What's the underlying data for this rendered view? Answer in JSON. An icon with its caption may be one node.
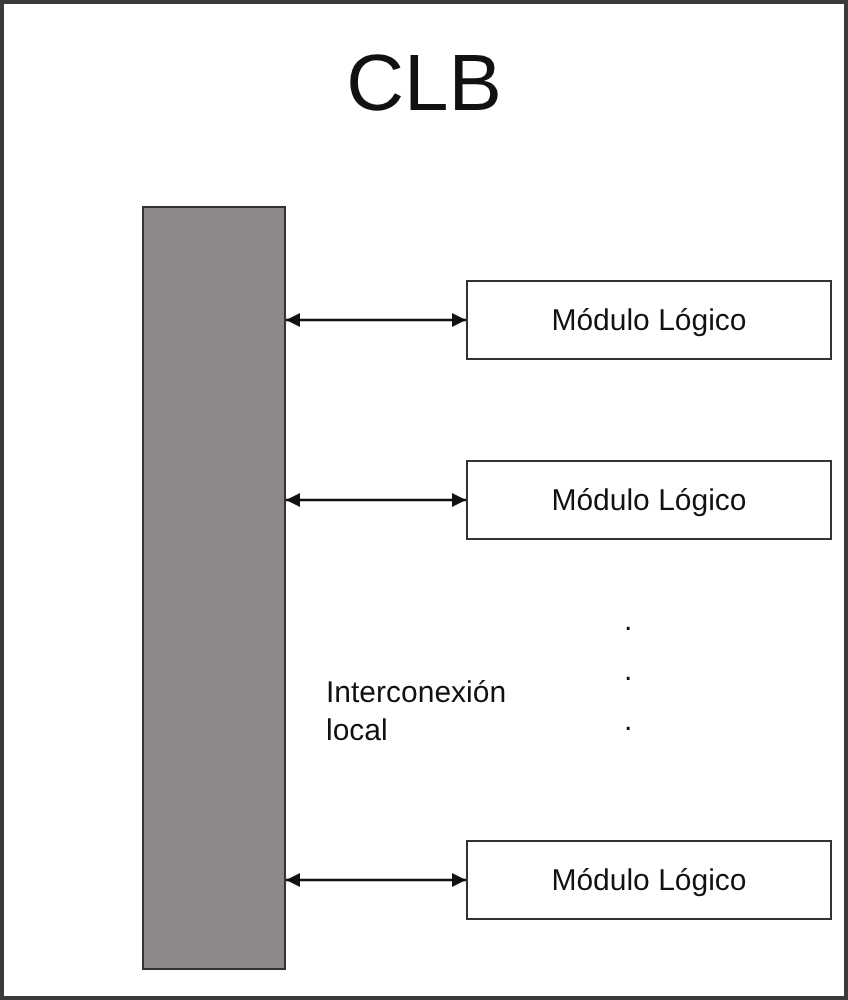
{
  "diagram": {
    "nodes": [
      {
        "text": [
          "CLB"
        ]
      },
      {
        "text": [],
        "shape": "bar",
        "in": 0
      },
      {
        "text": [
          "Módulo Lógico"
        ],
        "in": 0
      },
      {
        "text": [
          "Módulo Lógico"
        ],
        "in": 0
      },
      {
        "text": [
          "Módulo Lógico"
        ],
        "in": 0
      }
    ],
    "edges": [
      {
        "from": 1,
        "to": 2,
        "arrow": "both"
      },
      {
        "from": 1,
        "to": 3,
        "arrow": "both"
      },
      {
        "from": 1,
        "to": 4,
        "arrow": "both"
      }
    ],
    "labels": [
      "Interconexión local",
      ".",
      ".",
      "."
    ]
  }
}
